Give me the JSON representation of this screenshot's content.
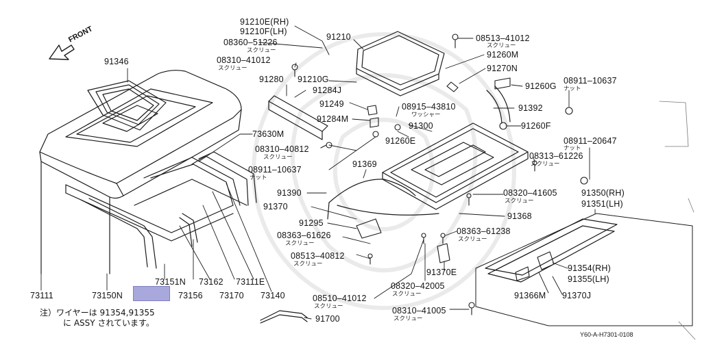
{
  "diagram": {
    "front_label": "FRONT",
    "diagram_code": "Y60-A-H7301-0108",
    "note": {
      "line1": "注）ワイヤーは 91354,91355",
      "line2": "に ASSY されています。"
    },
    "highlight_color": "#a9a8dc",
    "labels": {
      "p91346": "91346",
      "p91210e": "91210E(RH)",
      "p91210f": "91210F(LH)",
      "p08360_51226": "08360–51226",
      "p08360_51226_sub": "スクリュー",
      "p08310_41012": "08310–41012",
      "p08310_41012_sub": "スクリュー",
      "p91210": "91210",
      "p08513_41012": "08513–41012",
      "p08513_41012_sub": "スクリュー",
      "p91260m": "91260M",
      "p91270n": "91270N",
      "p91260g": "91260G",
      "p08911_10637a": "08911–10637",
      "p08911_10637a_sub": "ナット",
      "p91280": "91280",
      "p91210g": "91210G",
      "p91284j": "91284J",
      "p91249": "91249",
      "p08915_43810": "08915–43810",
      "p08915_43810_sub": "ワッシャー",
      "p91392": "91392",
      "p91284m": "91284M",
      "p91300": "91300",
      "p91260f": "91260F",
      "p73630m": "73630M",
      "p91260e": "91260E",
      "p08911_20647": "08911–20647",
      "p08911_20647_sub": "ナット",
      "p08310_40812": "08310–40812",
      "p08310_40812_sub": "スクリュー",
      "p08313_61226": "08313–61226",
      "p08313_61226_sub": "スクリュー",
      "p08911_10637b": "08911–10637",
      "p08911_10637b_sub": "ナット",
      "p91369": "91369",
      "p91390": "91390",
      "p08320_41605": "08320–41605",
      "p08320_41605_sub": "スクリュー",
      "p91350": "91350(RH)",
      "p91351": "91351(LH)",
      "p91370": "91370",
      "p91368": "91368",
      "p91295": "91295",
      "p08363_61238": "08363–61238",
      "p08363_61238_sub": "スクリュー",
      "p08363_61626": "08363–61626",
      "p08363_61626_sub": "スクリュー",
      "p08513_40812": "08513–40812",
      "p08513_40812_sub": "スクリュー",
      "p91370e": "91370E",
      "p91354": "91354(RH)",
      "p91355": "91355(LH)",
      "p08320_42005": "08320–42005",
      "p08320_42005_sub": "スクリュー",
      "p08510_41012": "08510–41012",
      "p08510_41012_sub": "スクリュー",
      "p91366m": "91366M",
      "p91370j": "91370J",
      "p08310_41005": "08310–41005",
      "p08310_41005_sub": "スクリュー",
      "p91700": "91700",
      "p73111": "73111",
      "p73150n": "73150N",
      "p73151n": "73151N",
      "p73156": "73156",
      "p73162": "73162",
      "p73170": "73170",
      "p73111e": "73111E",
      "p73140": "73140"
    }
  }
}
